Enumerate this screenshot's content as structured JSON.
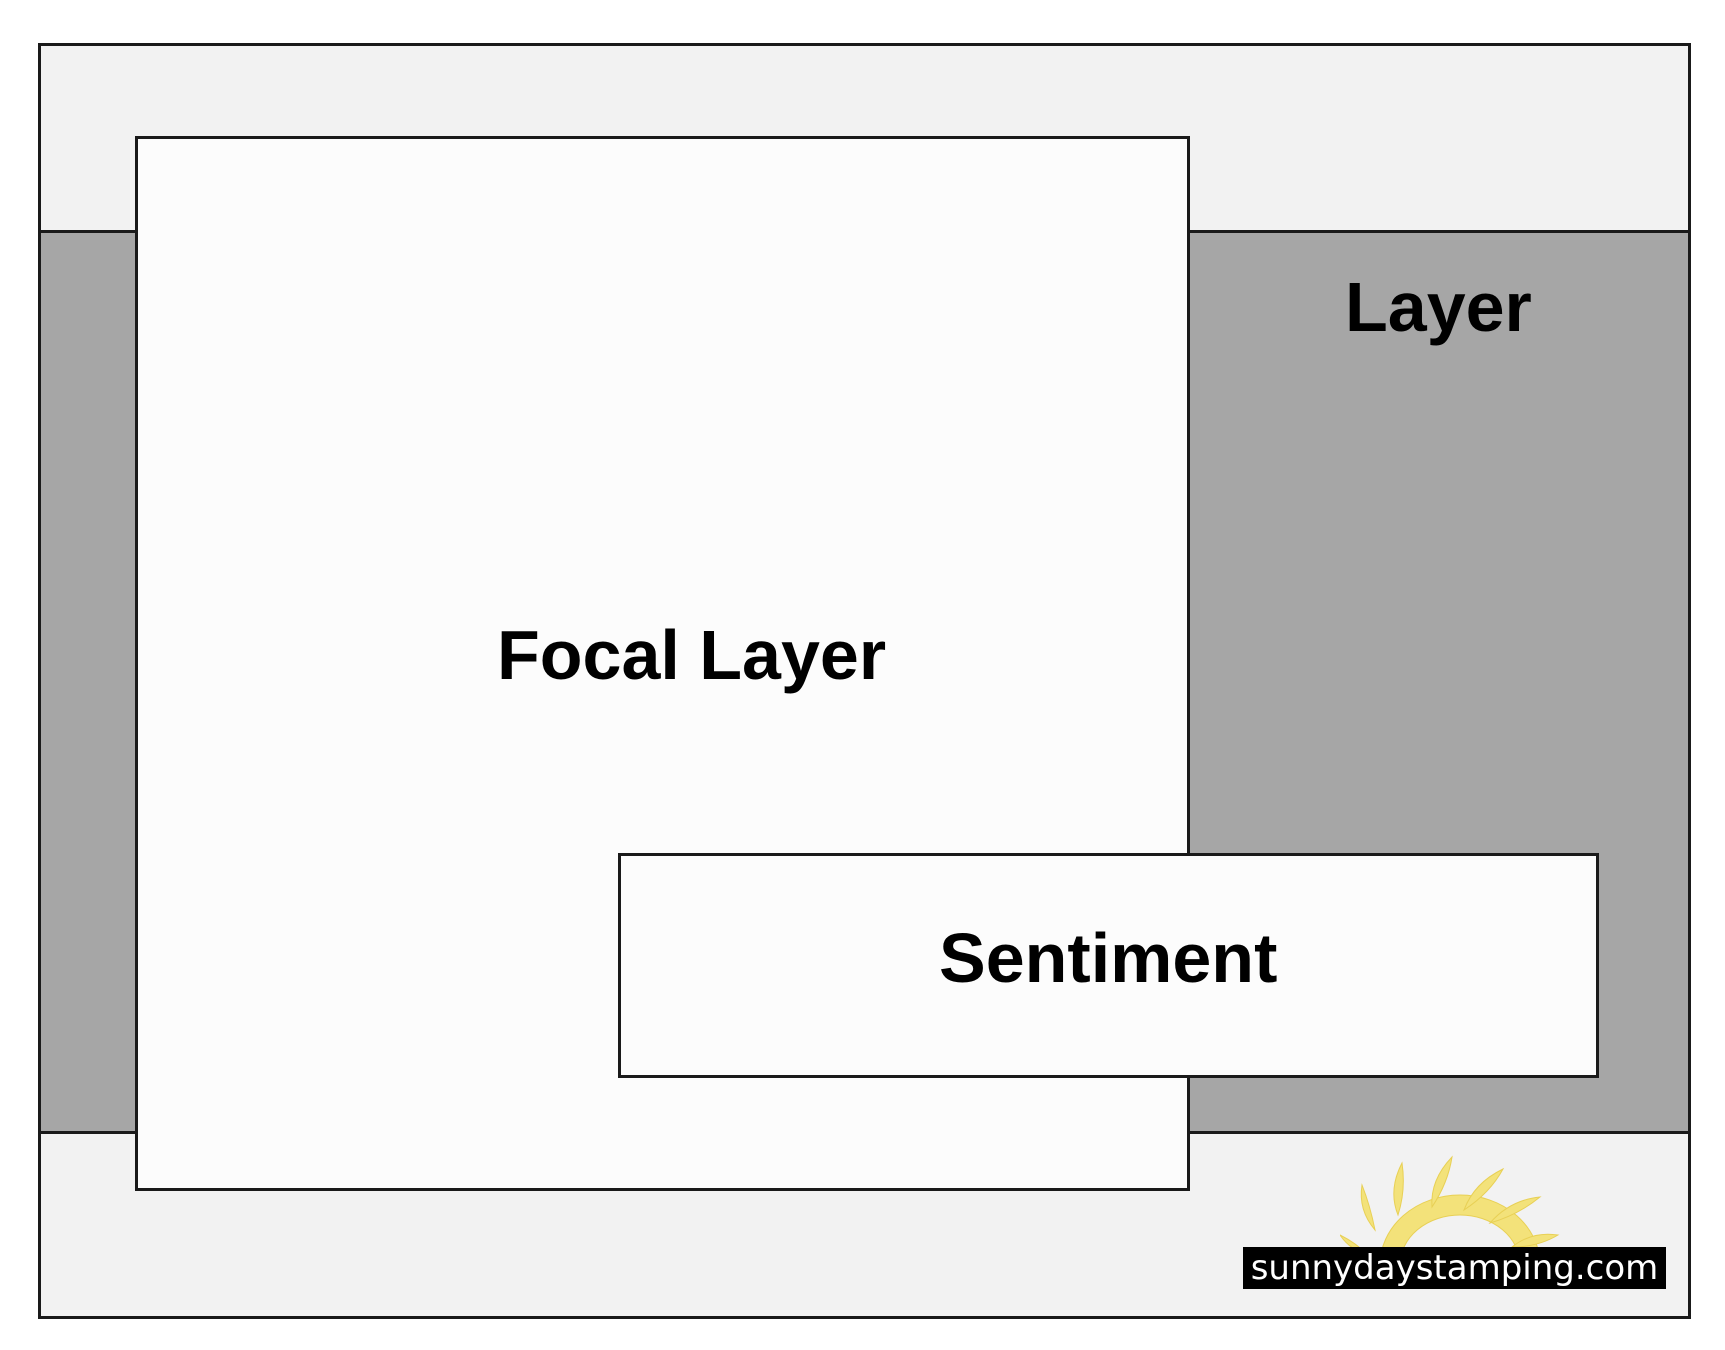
{
  "diagram": {
    "layers": {
      "top_layer_label": "Layer",
      "focal_layer_label": "Focal Layer",
      "sentiment_label": "Sentiment"
    },
    "colors": {
      "card_base": "#f2f2f2",
      "layer_band": "#a6a6a6",
      "focal_layer": "#fcfcfc",
      "sentiment_box": "#fcfcfc",
      "outline": "#1a1a1a",
      "logo_sun": "#f3e27a"
    },
    "logo": {
      "text": "sunnydaystamping.com",
      "icon": "sun-icon"
    }
  }
}
